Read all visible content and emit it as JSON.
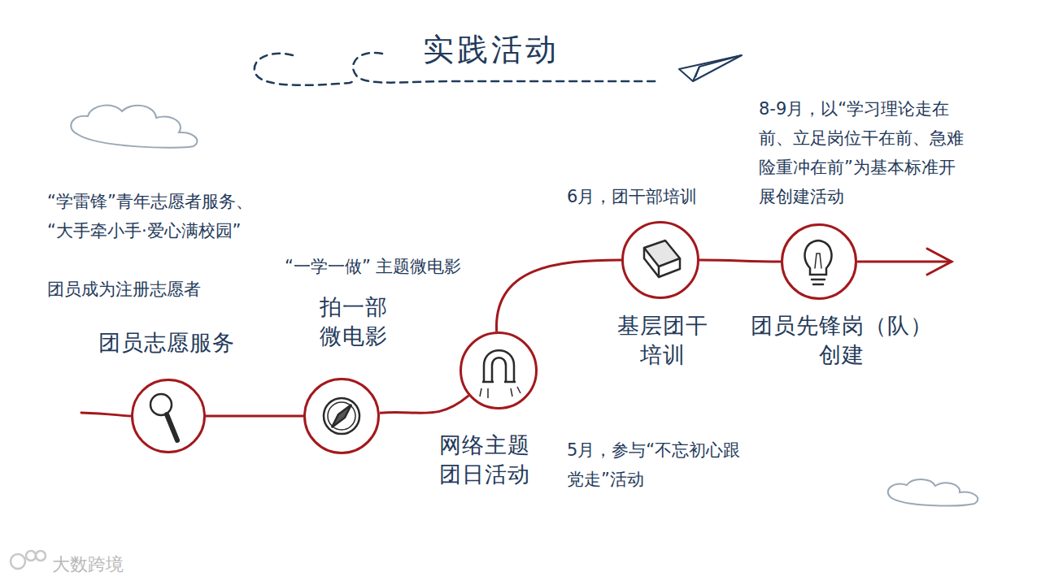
{
  "diagram": {
    "title": "实践活动",
    "nodes": [
      {
        "text": [
          "团员志愿服务",
          "“学雷锋”青年志愿者服务、“大手牵小手·爱心满校园”",
          "团员成为注册志愿者"
        ]
      },
      {
        "text": [
          "拍一部 微电影",
          "“一学一做” 主题微电影"
        ]
      },
      {
        "text": [
          "网络主题 团日活动",
          "5月，参与“不忘初心跟党走”活动"
        ]
      },
      {
        "text": [
          "基层团干 培训",
          "6月，团干部培训"
        ]
      },
      {
        "text": [
          "团员先锋岗（队） 创建",
          "8-9月，以“学习理论走在前、立足岗位干在前、急难险重冲在前”为基本标准开展创建活动"
        ]
      }
    ],
    "edges": [
      {
        "from": 0,
        "to": 1,
        "arrow": "none"
      },
      {
        "from": 1,
        "to": 2,
        "arrow": "none"
      },
      {
        "from": 2,
        "to": 3,
        "arrow": "none"
      },
      {
        "from": 3,
        "to": 4,
        "arrow": "none"
      }
    ],
    "labels": [
      "大数跨境"
    ]
  }
}
